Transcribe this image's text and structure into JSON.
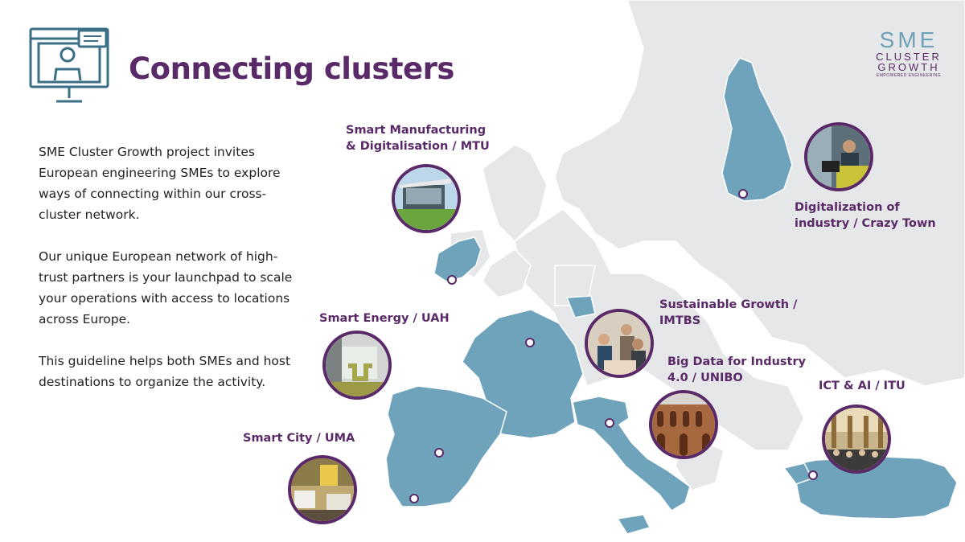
{
  "slide": {
    "title": "Connecting clusters",
    "logo": {
      "line1": "SME",
      "line2": "CLUSTER",
      "line3": "GROWTH",
      "tagline": "EMPOWERED ENGINEERING"
    },
    "paragraphs": [
      "SME Cluster Growth project invites European engineering SMEs to explore ways of connecting within our cross-cluster network.",
      "Our unique European network of high-trust partners is your launchpad to scale your operations with access to locations across Europe.",
      "This guideline helps both SMEs and host destinations to organize the activity."
    ]
  },
  "clusters": [
    {
      "id": "mtu",
      "line1": "Smart Manufacturing",
      "line2": "& Digitalisation  / MTU",
      "photo": "building-photo"
    },
    {
      "id": "crazy-town",
      "line1": "Digitalization of",
      "line2": "industry  / Crazy Town",
      "photo": "office-photo"
    },
    {
      "id": "imtbs",
      "line1": "Sustainable Growth  /",
      "line2": "IMTBS",
      "photo": "students-photo"
    },
    {
      "id": "unibo",
      "line1": "Big Data for Industry",
      "line2": "4.0 / UNIBO",
      "photo": "courtyard-photo"
    },
    {
      "id": "uah",
      "line1": "Smart Energy / UAH",
      "line2": "",
      "photo": "campus-photo"
    },
    {
      "id": "itu",
      "line1": "ICT & AI / ITU",
      "line2": "",
      "photo": "hall-photo"
    },
    {
      "id": "uma",
      "line1": "Smart City / UMA",
      "line2": "",
      "photo": "lounge-photo"
    }
  ],
  "colors": {
    "brand_purple": "#5a2a68",
    "partner_country": "#6fa3bb",
    "other_country": "#e6e7e8",
    "logo_blue": "#6ea0b8"
  }
}
